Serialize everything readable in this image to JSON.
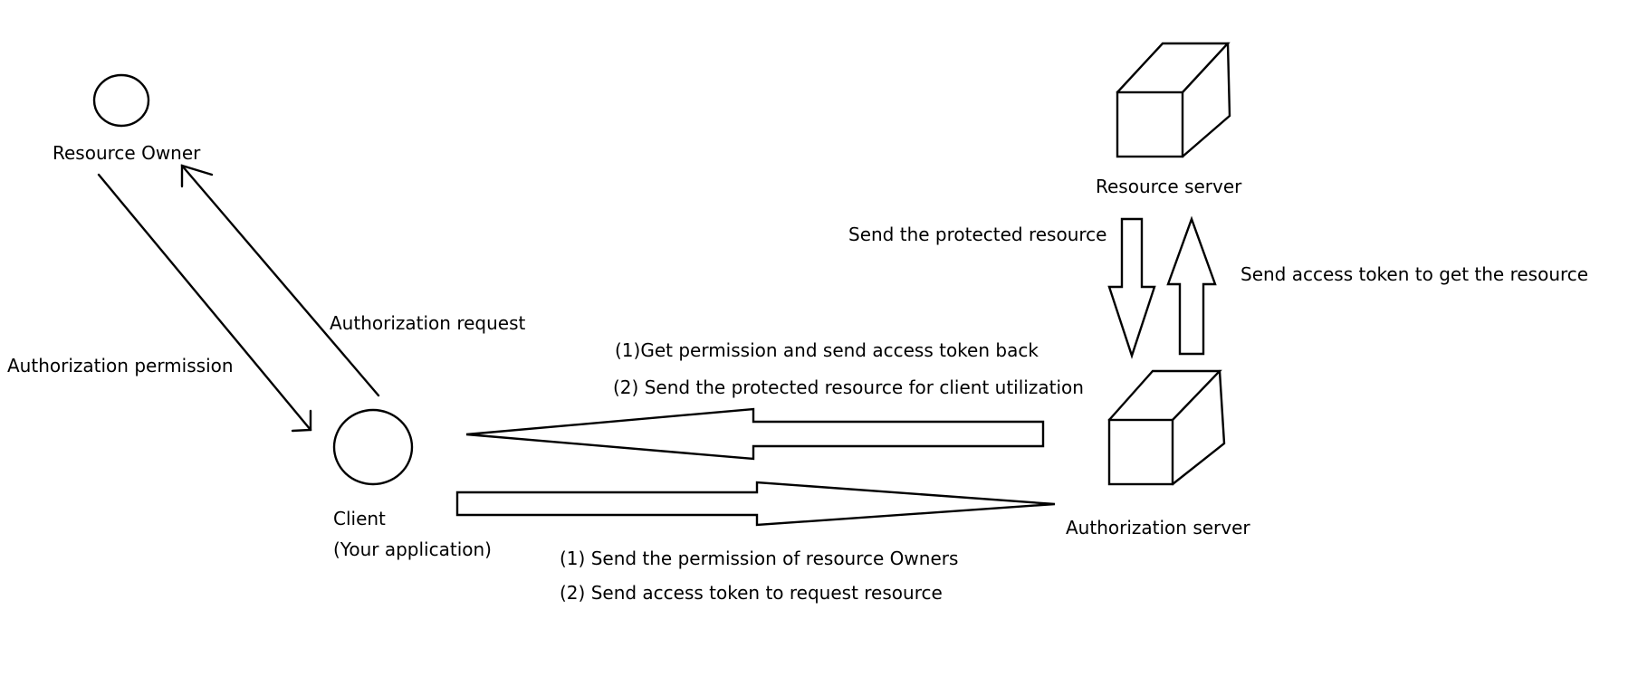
{
  "nodes": {
    "resource_owner": "Resource Owner",
    "client_line1": "Client",
    "client_line2": "(Your application)",
    "resource_server": "Resource server",
    "authorization_server": "Authorization server"
  },
  "edges": {
    "authorization_permission": "Authorization permission",
    "authorization_request": "Authorization request",
    "auth_to_client_1": "(1)Get permission and send access token back",
    "auth_to_client_2": "(2) Send the protected resource for client utilization",
    "client_to_auth_1": "(1) Send the permission of resource Owners",
    "client_to_auth_2": "(2) Send access token to request resource",
    "resource_to_auth": "Send the protected resource",
    "auth_to_resource": "Send access token to get the resource"
  },
  "colors": {
    "stroke": "#000000",
    "background": "#ffffff",
    "text": "#000000"
  }
}
